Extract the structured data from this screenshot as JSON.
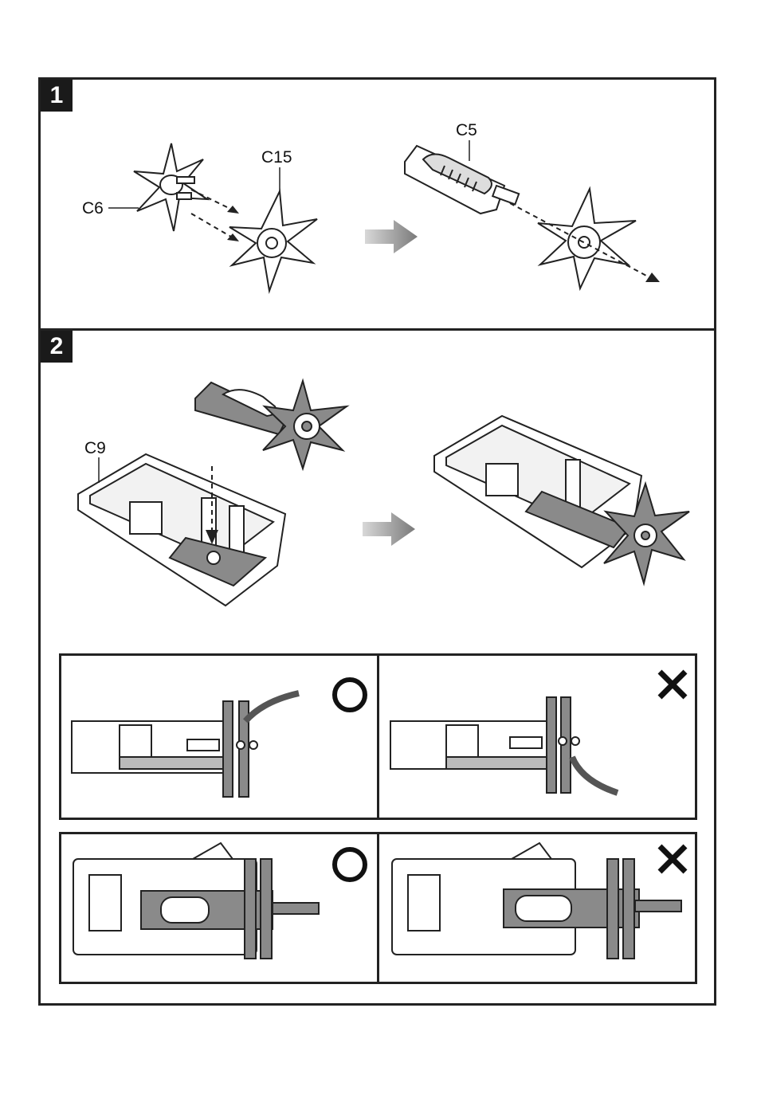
{
  "steps": [
    {
      "number": "1",
      "callouts": {
        "left_hub": "C6",
        "right_hub": "C15",
        "slider": "C5"
      }
    },
    {
      "number": "2",
      "callouts": {
        "housing": "C9"
      },
      "checks": [
        {
          "row": "side-view",
          "correct": "correct-mark-icon",
          "wrong": "incorrect-mark-icon"
        },
        {
          "row": "top-view",
          "correct": "correct-mark-icon",
          "wrong": "incorrect-mark-icon"
        }
      ]
    }
  ],
  "colors": {
    "part_gray": "#8a8a8a",
    "line": "#222222",
    "arrow_gray": "#9a9a9a"
  }
}
